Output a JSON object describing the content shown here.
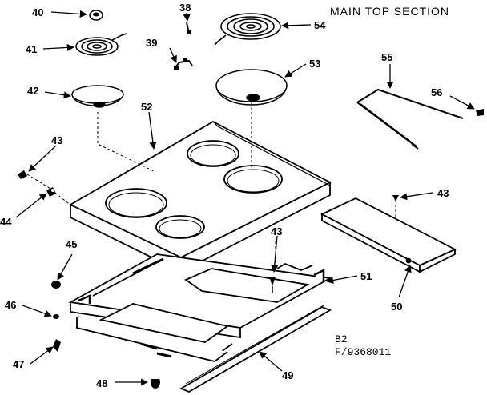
{
  "title": "MAIN TOP SECTION",
  "code_line1": "B2",
  "code_line2": "F/9368011",
  "parts": {
    "p38": "38",
    "p39": "39",
    "p40": "40",
    "p41": "41",
    "p42": "42",
    "p43a": "43",
    "p43b": "43",
    "p43c": "43",
    "p44": "44",
    "p45": "45",
    "p46": "46",
    "p47": "47",
    "p48": "48",
    "p49": "49",
    "p50": "50",
    "p51": "51",
    "p52": "52",
    "p53": "53",
    "p54": "54",
    "p55": "55",
    "p56": "56"
  }
}
